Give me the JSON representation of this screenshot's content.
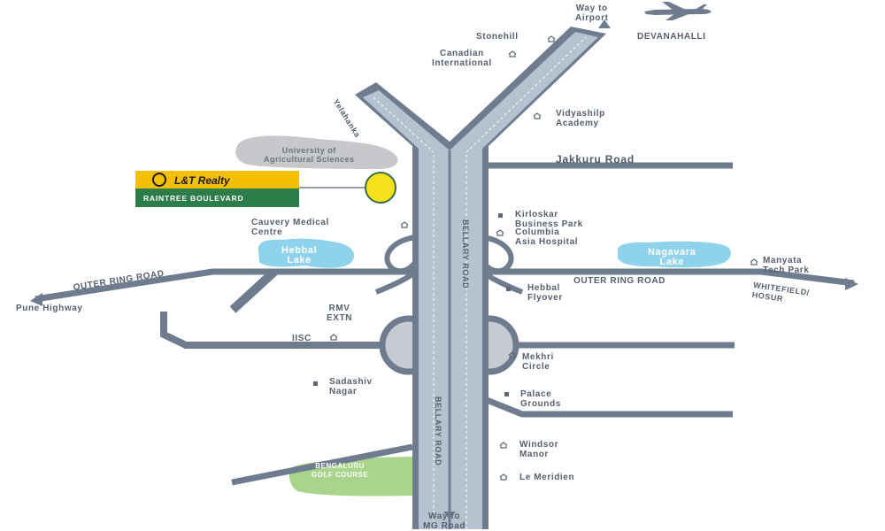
{
  "map": {
    "title": "",
    "colors": {
      "road": "#6e7c8e",
      "bellary_road": "#b5c3d1",
      "lake": "#8fd2ec",
      "golf_course": "#a9d48b",
      "university": "#c6c8cc",
      "marker": "#f3e21b",
      "brand_yellow": "#f5c000",
      "brand_green": "#2c7d4a"
    },
    "project": {
      "brand": "L&T Realty",
      "name": "RAINTREE BOULEVARD",
      "marker_icon": "project-location-marker"
    },
    "roads": {
      "top": "Way to Airport",
      "bottom_line1": "Way to",
      "bottom_line2": "MG Road",
      "jakkuru": "Jakkuru Road",
      "orr_west": "OUTER RING ROAD",
      "orr_east": "OUTER RING ROAD",
      "bellary_north": "BELLARY ROAD",
      "bellary_south": "BELLARY ROAD",
      "yelahanka": "Yelahanka",
      "pune_highway": "Pune Highway",
      "whitefield_line1": "WHITEFIELD/",
      "whitefield_line2": "HOSUR"
    },
    "places": {
      "top_left": "Way to",
      "airport": "Airport",
      "stonehill": "Stonehill",
      "devanahalli": "DEVANAHALLI",
      "canadian_1": "Canadian",
      "canadian_2": "International",
      "vidyashilp_1": "Vidyashilp",
      "vidyashilp_2": "Academy",
      "university_1": "University of",
      "university_2": "Agricultural Sciences",
      "kirloskar_1": "Kirloskar",
      "kirloskar_2": "Business Park",
      "cauvery_1": "Cauvery Medical",
      "cauvery_2": "Centre",
      "columbia_1": "Columbia",
      "columbia_2": "Asia Hospital",
      "hebbal_lake_1": "Hebbal",
      "hebbal_lake_2": "Lake",
      "nagavara_lake_1": "Nagavara",
      "nagavara_lake_2": "Lake",
      "manyata_1": "Manyata",
      "manyata_2": "Tech Park",
      "hebbal_flyover_1": "Hebbal",
      "hebbal_flyover_2": "Flyover",
      "rmv_1": "RMV",
      "rmv_2": "EXTN",
      "iisc": "IISC",
      "mekhri_1": "Mekhri",
      "mekhri_2": "Circle",
      "sadashiv_1": "Sadashiv",
      "sadashiv_2": "Nagar",
      "palace_1": "Palace",
      "palace_2": "Grounds",
      "windsor_1": "Windsor",
      "windsor_2": "Manor",
      "golf_1": "BENGALURU",
      "golf_2": "GOLF COURSE",
      "le_meridien": "Le Meridien"
    }
  }
}
